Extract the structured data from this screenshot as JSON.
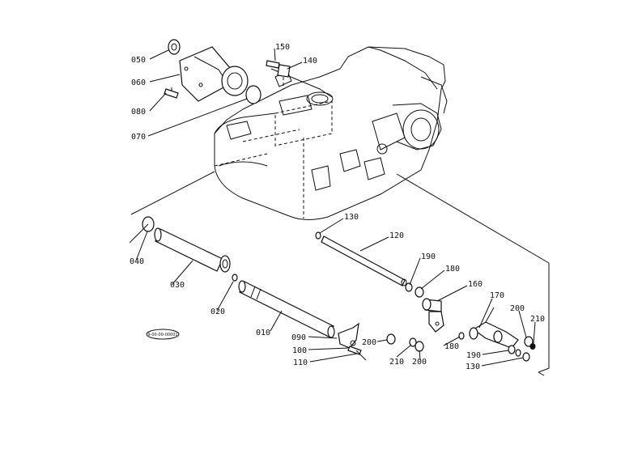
{
  "diagram": {
    "stamp": "9-00-00-00001",
    "callouts": {
      "c050": "050",
      "c060": "060",
      "c080": "080",
      "c070": "070",
      "c150": "150",
      "c140": "140",
      "c130_top": "130",
      "c120": "120",
      "c040": "040",
      "c030": "030",
      "c020": "020",
      "c010": "010",
      "c190_top": "190",
      "c180_top": "180",
      "c160": "160",
      "c170": "170",
      "c200_right": "200",
      "c210_right": "210",
      "c090": "090",
      "c100": "100",
      "c110": "110",
      "c200_left": "200",
      "c210_mid": "210",
      "c200_mid": "200",
      "c180_bottom": "180",
      "c190_bottom": "190",
      "c130_bottom": "130"
    }
  }
}
